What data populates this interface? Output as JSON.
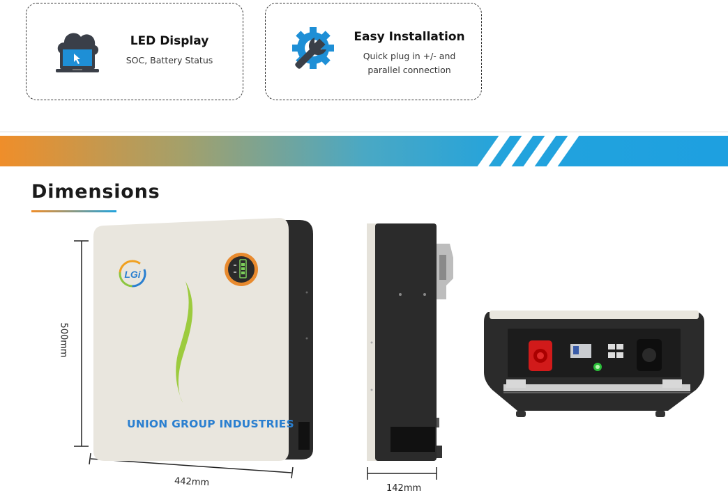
{
  "features": [
    {
      "icon": "laptop-cloud-icon",
      "title": "LED Display",
      "description": "SOC, Battery Status"
    },
    {
      "icon": "gear-wrench-icon",
      "title": "Easy Installation",
      "description": "Quick plug in +/- and parallel connection"
    }
  ],
  "section": {
    "title": "Dimensions"
  },
  "dimensions": {
    "height": "500mm",
    "width": "442mm",
    "depth": "142mm"
  },
  "product": {
    "logo_text": "LGi",
    "brand": "UNION GROUP INDUSTRIES"
  },
  "colors": {
    "accent_orange": "#ef8e2a",
    "accent_blue": "#22a3dd",
    "brand_blue": "#2a7fd0",
    "battery_body": "#e9e6de",
    "battery_case": "#2b2b2b"
  }
}
